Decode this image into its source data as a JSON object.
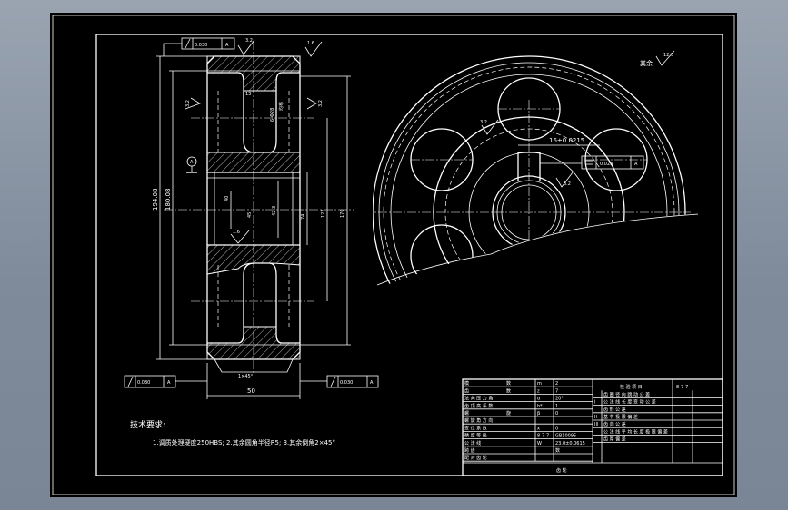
{
  "colors": {
    "background": "#8c97a6",
    "sheet": "#000000",
    "line": "#ffffff"
  },
  "tolerance_frames": {
    "top": {
      "value": "0.030",
      "datum": "A"
    },
    "bottom_left": {
      "value": "0.030",
      "datum": "A"
    },
    "bottom_right": {
      "value": "0.030",
      "datum": "A"
    },
    "key_slot": {
      "value": "0.020",
      "datum": "A"
    }
  },
  "roughness": {
    "top_face": "3.2",
    "top_right": "1.6",
    "left_upper": "3.2",
    "right_hub": "3.2",
    "bore": "1.6",
    "keyway": "3.2",
    "keyway_side": "3.2",
    "other": "12.5"
  },
  "datum_label": "A",
  "dimensions": {
    "d_outer": "194.08",
    "d_root": "180.08",
    "d_rim": "170",
    "d_hub": "122",
    "d_bore_hole": "74",
    "d_web_pcd": "40",
    "d_bore": "45",
    "d_key": "42.3",
    "hub_width": "13",
    "thread": "6-Φ28",
    "hole_tol": "均布",
    "chamfer": "1×45°",
    "width": "50",
    "keyway_width": "16±0.0215",
    "other_label": "其余"
  },
  "notes": {
    "title": "技术要求:",
    "line1": "1.调质处理硬度250HBS; 2.其余圆角半径R5; 3.其余倒角2×45°"
  },
  "title_block": {
    "rows": [
      [
        "模",
        "数",
        "m",
        "2"
      ],
      [
        "齿",
        "数",
        "z",
        "7"
      ],
      [
        "法 向 压 力 角",
        "",
        "α",
        "20°"
      ],
      [
        "齿 顶 高 系 数",
        "",
        "h*",
        "1"
      ],
      [
        "螺",
        "旋",
        "β",
        "0"
      ],
      [
        "螺 旋 角 方 向",
        "",
        "",
        ""
      ],
      [
        "变 位 系 数",
        "",
        "x",
        "0"
      ],
      [
        "精 度 等 级",
        "",
        "8-7-7",
        "GB10095"
      ],
      [
        "公 法 线",
        "",
        "W",
        "23.0±0.0615"
      ],
      [
        "跨 齿",
        "",
        "",
        "数"
      ],
      [
        "配 对 齿 轮",
        "",
        "",
        ""
      ]
    ],
    "check_header": "检 验 项 目",
    "check_code": "8-7-7",
    "check_rows": [
      [
        "",
        "齿 圈 径 向 跳 动 公 差",
        "",
        ""
      ],
      [
        "I",
        "公 法 线 长 度 变 动 公 差",
        "",
        ""
      ],
      [
        "",
        "齿 形 公 差",
        "",
        ""
      ],
      [
        "II",
        "基 节 极 限 偏 差",
        "",
        ""
      ],
      [
        "III",
        "齿 向 公 差",
        "",
        ""
      ],
      [
        "",
        "公 法 线 平 均 长 度 极 限 偏 差",
        "",
        ""
      ],
      [
        "",
        "齿 厚 偏 差",
        "",
        ""
      ]
    ],
    "bottom": "齿 轮"
  }
}
